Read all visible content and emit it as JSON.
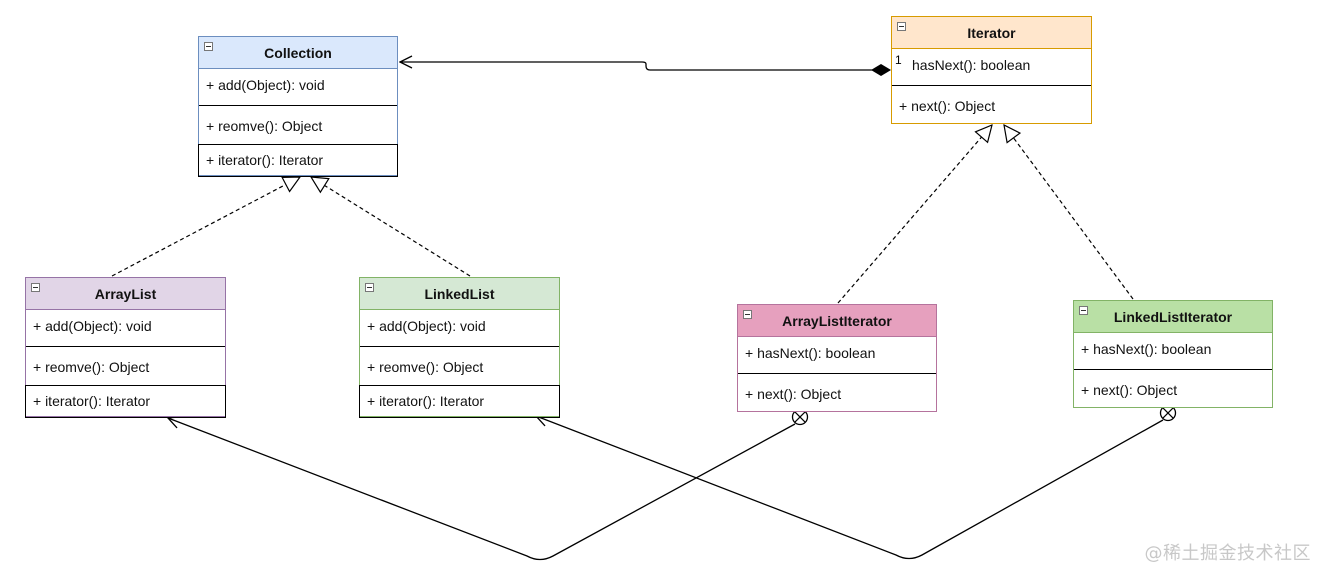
{
  "classes": {
    "collection": {
      "name": "Collection",
      "fill": "#dae8fc",
      "stroke": "#6c8ebf",
      "members": [
        "+ add(Object): void",
        "+ reomve(): Object",
        "+ iterator(): Iterator"
      ]
    },
    "iterator": {
      "name": "Iterator",
      "fill": "#ffe6cc",
      "stroke": "#d79b00",
      "members": [
        "hasNext(): boolean",
        "+ next(): Object"
      ]
    },
    "arraylist": {
      "name": "ArrayList",
      "fill": "#e1d5e7",
      "stroke": "#9673a6",
      "members": [
        "+ add(Object): void",
        "+ reomve(): Object",
        "+ iterator(): Iterator"
      ]
    },
    "linkedlist": {
      "name": "LinkedList",
      "fill": "#d5e8d4",
      "stroke": "#82b366",
      "members": [
        "+ add(Object): void",
        "+ reomve(): Object",
        "+ iterator(): Iterator"
      ]
    },
    "arraylistiterator": {
      "name": "ArrayListIterator",
      "fill": "#e6a0be",
      "stroke": "#b5739d",
      "members": [
        "+ hasNext(): boolean",
        "+ next(): Object"
      ]
    },
    "linkedlistiterator": {
      "name": "LinkedListIterator",
      "fill": "#b9e0a5",
      "stroke": "#82b366",
      "members": [
        "+ hasNext(): boolean",
        "+ next(): Object"
      ]
    }
  },
  "composition_multiplicity": "1",
  "watermark": "@稀土掘金技术社区"
}
